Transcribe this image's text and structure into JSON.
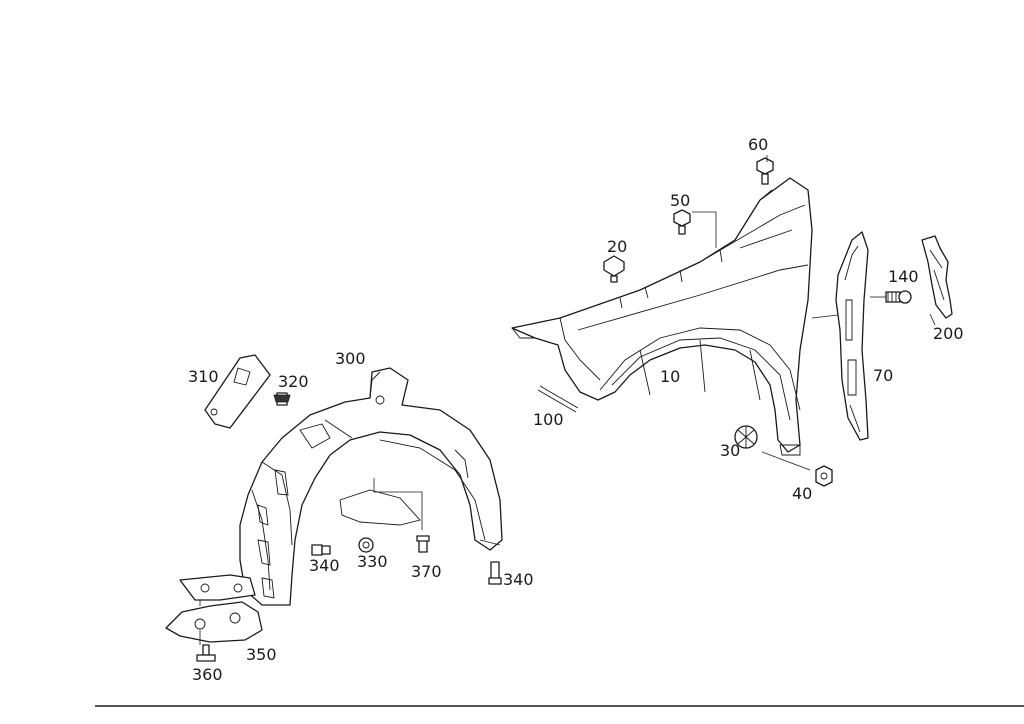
{
  "callouts": {
    "c10": "10",
    "c20": "20",
    "c30": "30",
    "c40": "40",
    "c50": "50",
    "c60": "60",
    "c70": "70",
    "c100": "100",
    "c140": "140",
    "c200": "200",
    "c300": "300",
    "c310": "310",
    "c320": "320",
    "c330": "330",
    "c340a": "340",
    "c340b": "340",
    "c350": "350",
    "c360": "360",
    "c370": "370"
  }
}
